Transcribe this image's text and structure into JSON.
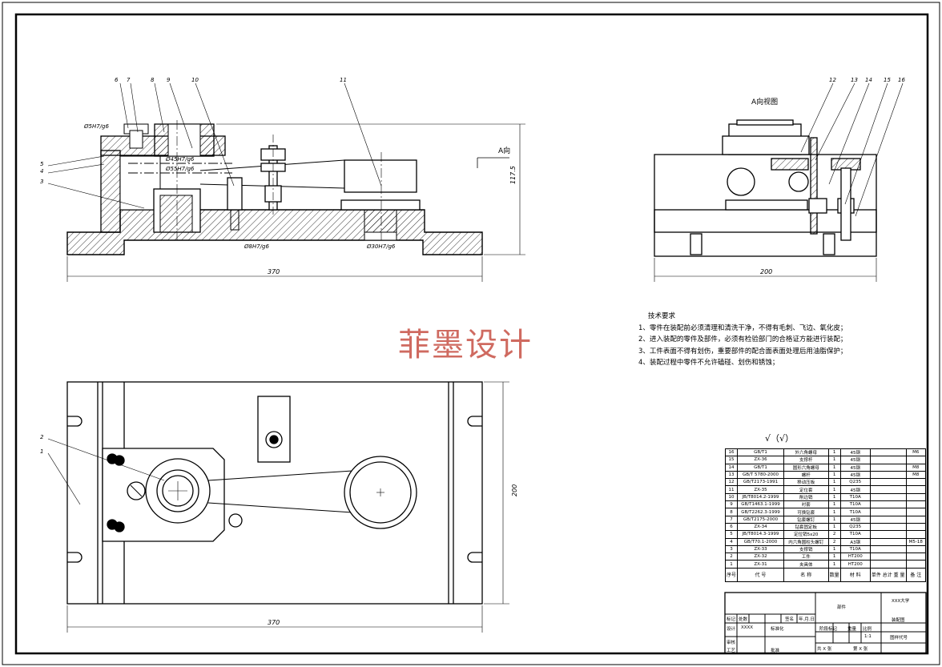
{
  "main_view": {
    "part_numbers": [
      "6",
      "7",
      "8",
      "9",
      "10",
      "11"
    ],
    "left_numbers": [
      "5",
      "4",
      "3"
    ],
    "fit_labels": {
      "top_left": "Ø5H7/g6",
      "bore_45": "Ø45H7/g6",
      "bore_55": "Ø55H7/g6",
      "pin_8": "Ø8H7/g6",
      "pin_30": "Ø30H7/g6"
    },
    "height_dim": "117.5",
    "width_dim": "370",
    "view_arrow": "A向"
  },
  "side_view": {
    "title": "A向视图",
    "part_numbers": [
      "12",
      "13",
      "14",
      "15",
      "16"
    ],
    "width_dim": "200"
  },
  "plan_view": {
    "part_numbers": [
      "2",
      "1"
    ],
    "width_dim": "370",
    "height_dim": "200"
  },
  "watermark": "菲墨设计",
  "tech_requirements": {
    "title": "技术要求",
    "items": [
      "1、零件在装配前必须清理和清洗干净，不得有毛刺、飞边、氧化皮；",
      "2、进入装配的零件及部件，必须有检验部门的合格证方能进行装配；",
      "3、工件表面不得有划伤，重要部件的配合面表面处理后用油脂保护；",
      "4、装配过程中零件不允许磕碰、划伤和锈蚀；"
    ]
  },
  "roughness_note": "√（√）",
  "bom": {
    "rows": [
      {
        "no": "16",
        "code": "GB/T1",
        "name": "外六角螺母",
        "qty": "1",
        "mat": "45钢",
        "note": "M6"
      },
      {
        "no": "15",
        "code": "ZX-36",
        "name": "支撑杆",
        "qty": "1",
        "mat": "45钢",
        "note": ""
      },
      {
        "no": "14",
        "code": "GB/T1",
        "name": "圆形六角螺母",
        "qty": "1",
        "mat": "45钢",
        "note": "M8"
      },
      {
        "no": "13",
        "code": "GB/T 5780-2000",
        "name": "螺杆",
        "qty": "1",
        "mat": "45钢",
        "note": "M8"
      },
      {
        "no": "12",
        "code": "GB/T2173-1991",
        "name": "移动压板",
        "qty": "1",
        "mat": "Q235",
        "note": ""
      },
      {
        "no": "11",
        "code": "ZX-35",
        "name": "定位套",
        "qty": "1",
        "mat": "45钢",
        "note": ""
      },
      {
        "no": "10",
        "code": "JB/T8014.2-1999",
        "name": "削边销",
        "qty": "1",
        "mat": "T10A",
        "note": ""
      },
      {
        "no": "9",
        "code": "GB/T1463.1-1999",
        "name": "衬套",
        "qty": "1",
        "mat": "T10A",
        "note": ""
      },
      {
        "no": "8",
        "code": "GB/T2262.3-1999",
        "name": "可换钻套",
        "qty": "1",
        "mat": "T10A",
        "note": ""
      },
      {
        "no": "7",
        "code": "GB/T2175-2000",
        "name": "钻套螺钉",
        "qty": "1",
        "mat": "45钢",
        "note": ""
      },
      {
        "no": "6",
        "code": "ZX-34",
        "name": "钻套固定板",
        "qty": "1",
        "mat": "Q235",
        "note": ""
      },
      {
        "no": "5",
        "code": "JB/T8014.3-1999",
        "name": "定位销5x20",
        "qty": "2",
        "mat": "T10A",
        "note": ""
      },
      {
        "no": "4",
        "code": "GB/T70.1-2000",
        "name": "内六角圆柱头螺钉",
        "qty": "2",
        "mat": "A3钢",
        "note": "M5-18"
      },
      {
        "no": "3",
        "code": "ZX-33",
        "name": "支撑销",
        "qty": "1",
        "mat": "T10A",
        "note": ""
      },
      {
        "no": "2",
        "code": "ZX-32",
        "name": "工件",
        "qty": "1",
        "mat": "HT200",
        "note": ""
      },
      {
        "no": "1",
        "code": "ZX-31",
        "name": "夹具体",
        "qty": "1",
        "mat": "HT200",
        "note": ""
      }
    ],
    "header": {
      "no": "序号",
      "code": "代  号",
      "name": "名  称",
      "qty": "数量",
      "mat": "材  料",
      "weight": "单件 总计 重  量",
      "note": "备 注"
    }
  },
  "title_block": {
    "assembly": "部件",
    "school": "XXX大学",
    "drawing_name": "装配图",
    "scale_label": "比例",
    "scale": "1:1",
    "weight_label": "重量",
    "stage_label": "阶段标记",
    "drawing_code": "图样代号",
    "design_label": "设计",
    "design_name": "XXXX",
    "std_label": "标准化",
    "check_label": "审核",
    "process_label": "工艺",
    "approve_label": "批准",
    "mark_label": "标记",
    "count_label": "处数",
    "date_label": "年.月.日",
    "sign_label": "签名",
    "sheet_total": "共 X 张",
    "sheet_no": "第 X 张"
  }
}
